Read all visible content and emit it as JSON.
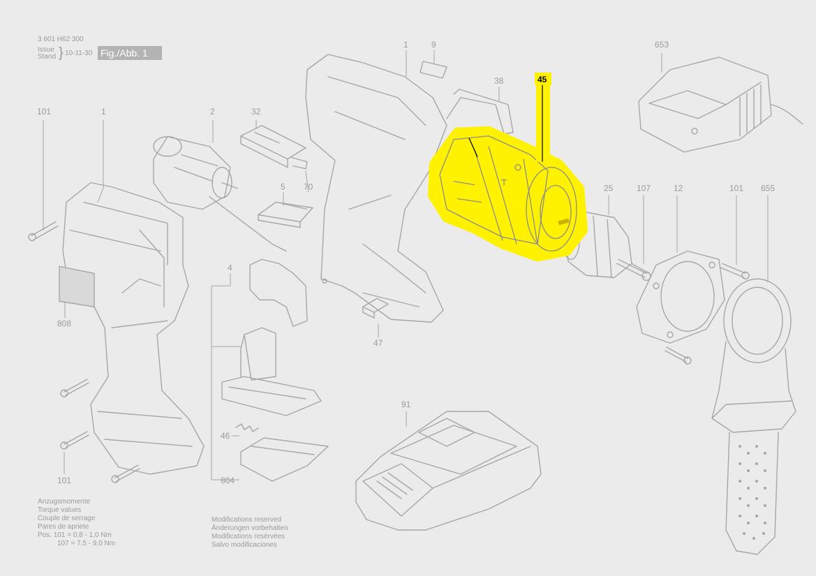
{
  "header": {
    "doc_number": "3 601 H62 300",
    "issue_label": "Issue",
    "stand_label": "Stand",
    "issue_date": "10-11-30",
    "figure_label": "Fig./Abb. 1"
  },
  "callouts": {
    "p1_a": "1",
    "p9": "9",
    "p653": "653",
    "p38": "38",
    "p45": "45",
    "p101_a": "101",
    "p1_b": "1",
    "p2": "2",
    "p32": "32",
    "p5": "5",
    "p70": "70",
    "p25": "25",
    "p107": "107",
    "p12": "12",
    "p101_b": "101",
    "p655": "655",
    "p4": "4",
    "p808": "808",
    "p47": "47",
    "p91": "91",
    "p46": "46",
    "p101_c": "101",
    "p804": "804"
  },
  "highlighted_part": "45",
  "torque": {
    "line1": "Anzugsmomente",
    "line2": "Torque values",
    "line3": "Couple de serrage",
    "line4": "Pares de apriete",
    "line5": "Pos.  101 =  0,8 - 1,0 Nm",
    "line6": "107 =  7,5 - 9,0 Nm"
  },
  "modifications": {
    "line1": "Modifications reserved",
    "line2": "Änderungen vorbehalten",
    "line3": "Modifications resérvées",
    "line4": "Salvo modificaciones"
  },
  "colors": {
    "background": "#ebebeb",
    "linework": "#a6a6a6",
    "highlight": "#fff200"
  }
}
